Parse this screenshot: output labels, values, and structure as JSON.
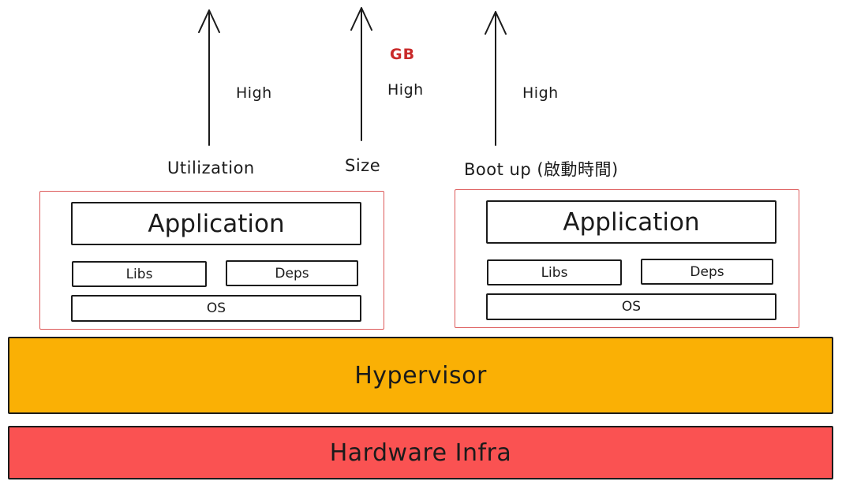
{
  "axes": [
    {
      "label": "Utilization",
      "level": "High"
    },
    {
      "label": "Size",
      "level": "High",
      "unit": "GB"
    },
    {
      "label": "Boot up (啟動時間)",
      "level": "High"
    }
  ],
  "vm_boxes": [
    {
      "application": "Application",
      "libs": "Libs",
      "deps": "Deps",
      "os": "OS"
    },
    {
      "application": "Application",
      "libs": "Libs",
      "deps": "Deps",
      "os": "OS"
    }
  ],
  "layers": [
    {
      "label": "Hypervisor",
      "color": "#fab005"
    },
    {
      "label": "Hardware Infra",
      "color": "#fa5252"
    }
  ],
  "colors": {
    "stroke": "#1b1b1b",
    "vm_border_red": "#dd5a5a",
    "unit_text_red": "#c92a2a",
    "hypervisor_bg": "#fab005",
    "hardware_bg": "#fa5252",
    "background": "#ffffff"
  }
}
